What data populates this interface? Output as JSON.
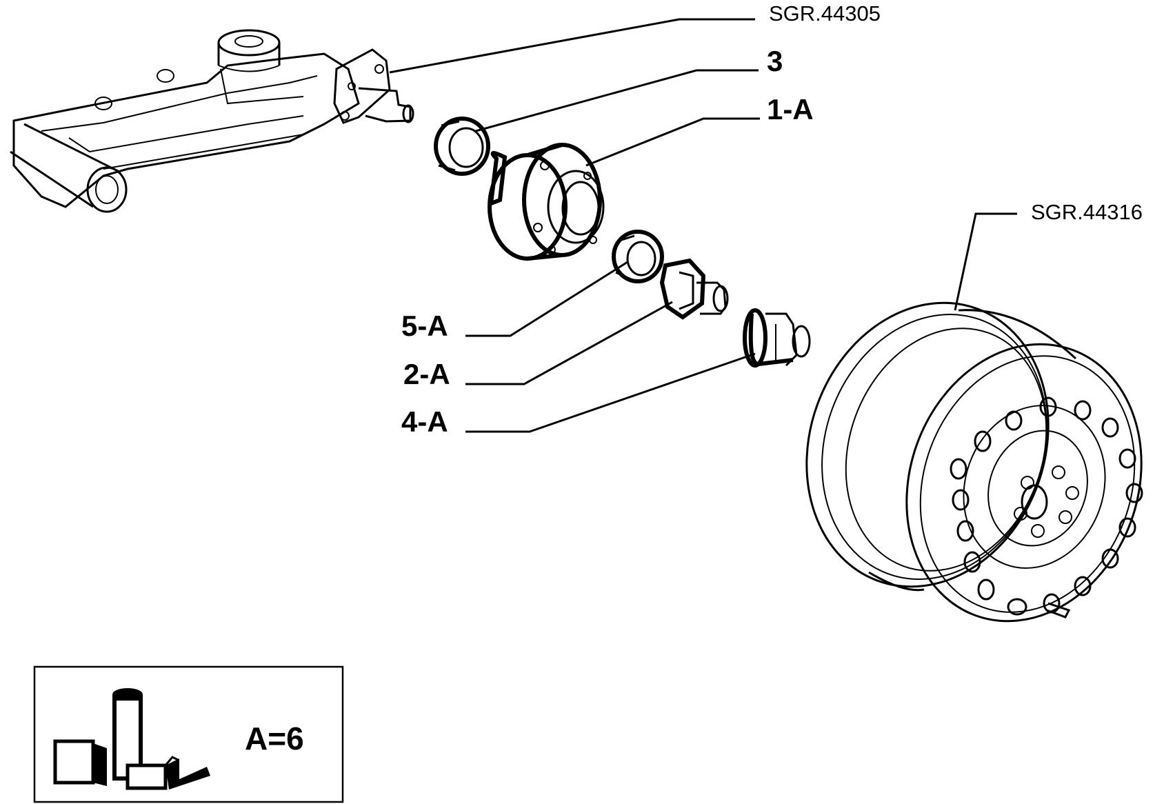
{
  "labels": {
    "ref_top": "SGR.44305",
    "ref_wheel": "SGR.44316",
    "part_3": "3",
    "part_1a": "1-A",
    "part_5a": "5-A",
    "part_2a": "2-A",
    "part_4a": "4-A"
  },
  "legend": {
    "quantity": "A=6"
  },
  "icons": [
    "rear-trailing-arm-drawing",
    "seal-ring-drawing",
    "wheel-hub-drawing",
    "bearing-ring-drawing",
    "hub-nut-drawing",
    "hub-cap-drawing",
    "steel-wheel-rim-drawing",
    "fiat-parts-boxes-icon"
  ]
}
